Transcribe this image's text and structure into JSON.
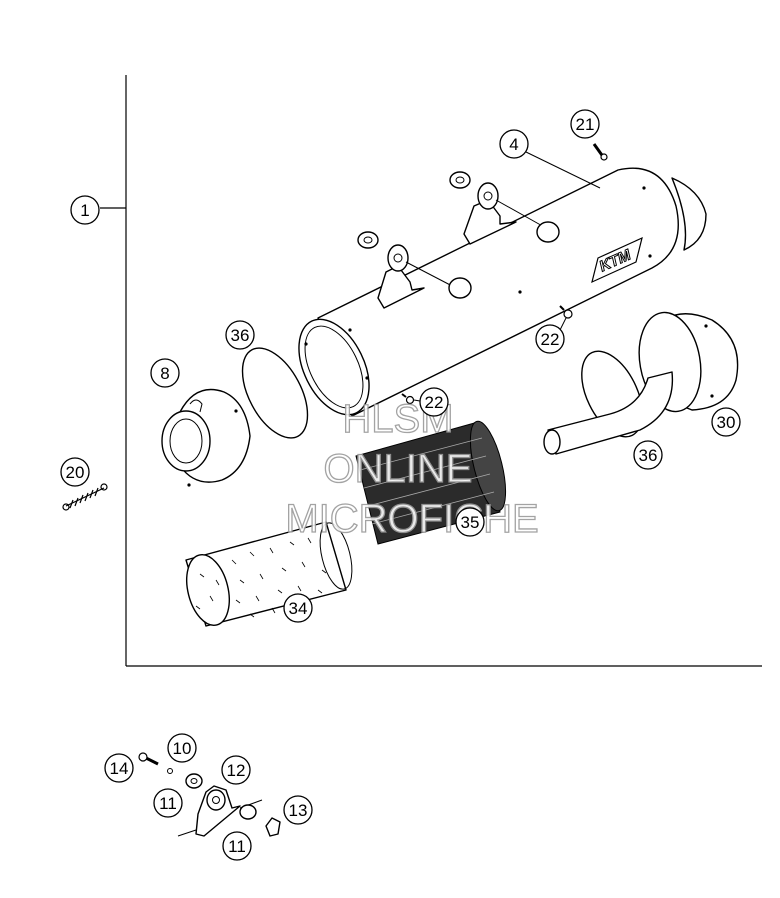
{
  "callouts": {
    "c1": "1",
    "c4": "4",
    "c8": "8",
    "c10": "10",
    "c11a": "11",
    "c11b": "11",
    "c12": "12",
    "c13": "13",
    "c14": "14",
    "c20": "20",
    "c21": "21",
    "c22a": "22",
    "c22b": "22",
    "c30": "30",
    "c34": "34",
    "c35": "35",
    "c36a": "36",
    "c36b": "36"
  },
  "logo": {
    "brand": "KTM"
  },
  "watermark": {
    "line1": "HLSM",
    "line2": "ONLINE",
    "line3": "MICROFICHE"
  }
}
